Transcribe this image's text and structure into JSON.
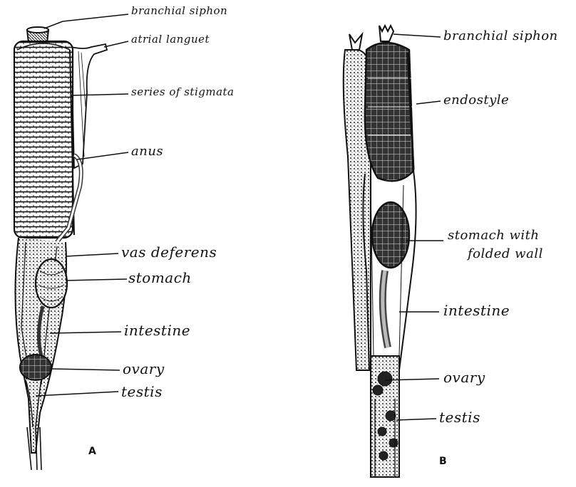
{
  "figure_a": {
    "panel_label": "A",
    "labels": {
      "branchial_siphon": "branchial siphon",
      "atrial_languet": "atrial languet",
      "series_of_stigmata": "series of stigmata",
      "anus": "anus",
      "vas_deferens": "vas deferens",
      "stomach": "stomach",
      "intestine": "intestine",
      "ovary": "ovary",
      "testis": "testis"
    }
  },
  "figure_b": {
    "panel_label": "B",
    "labels": {
      "branchial_siphon": "branchial siphon",
      "endostyle": "endostyle",
      "stomach_line1": "stomach with",
      "stomach_line2": "folded wall",
      "intestine": "intestine",
      "ovary": "ovary",
      "testis": "testis"
    }
  }
}
